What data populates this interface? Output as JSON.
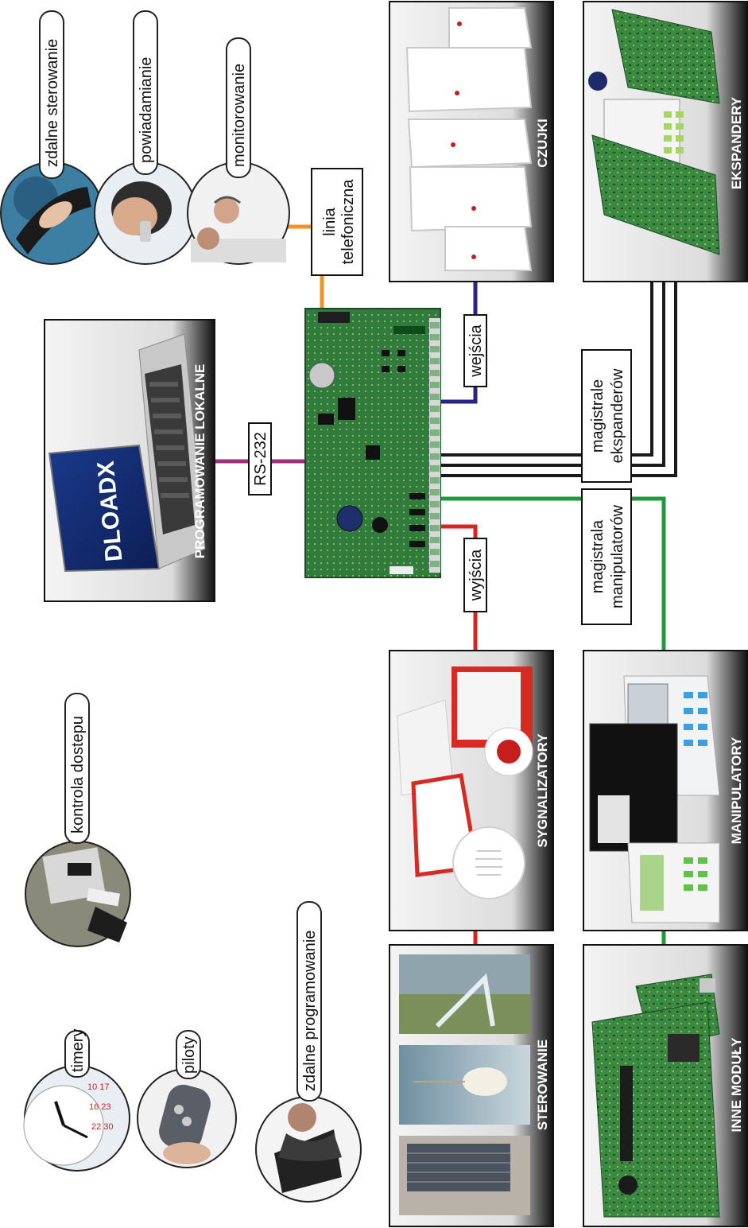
{
  "service_labels": {
    "remote_control": "zdalne sterowanie",
    "notification": "powiadamianie",
    "monitoring": "monitorowanie",
    "access_control": "kontrola dostepu",
    "timers": "timery",
    "remotes": "piloty",
    "remote_programming": "zdalne programowanie"
  },
  "connection_labels": {
    "phone_line_1": "linia",
    "phone_line_2": "telefoniczna",
    "rs232": "RS-232",
    "inputs": "wejścia",
    "outputs": "wyjścia",
    "expander_bus_1": "magistrale",
    "expander_bus_2": "ekspanderów",
    "keypad_bus_1": "magistrala",
    "keypad_bus_2": "manipulatorów"
  },
  "panels": {
    "local_programming": "PROGRAMOWANIE LOKALNE",
    "software": "DLOADX",
    "detectors": "CZUJKI",
    "expanders": "EKSPANDERY",
    "sounders": "SYGNALIZATORY",
    "keypads": "MANIPULATORY",
    "control": "STEROWANIE",
    "other_modules": "INNE MODUŁY"
  },
  "colors": {
    "phone_line": "#f39321",
    "rs232": "#a0307f",
    "inputs": "#2a2483",
    "outputs": "#d9251c",
    "expander_bus": "#1a1a1a",
    "keypad_bus": "#1f9a3a",
    "board": "#2a7a3a"
  },
  "icons": [
    "handshake-photo",
    "phone-call-photo",
    "call-center-photo",
    "card-reader-photo",
    "clock-calendar-photo",
    "key-fob-photo",
    "laptop-user-photo"
  ]
}
